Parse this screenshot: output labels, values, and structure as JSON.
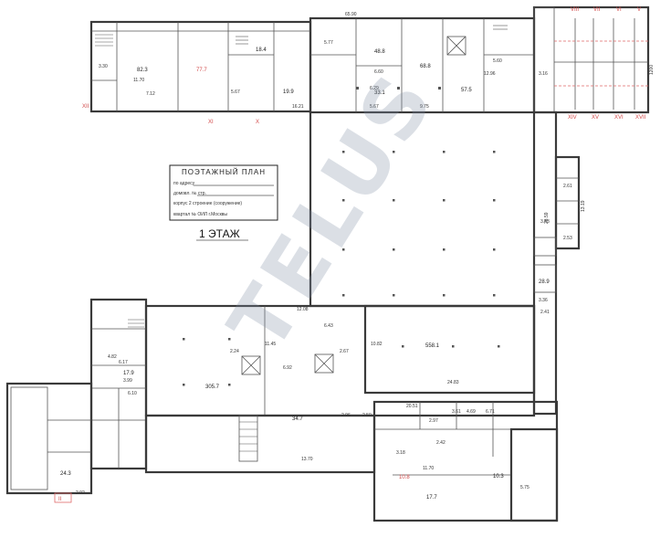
{
  "stamp": {
    "title": "ПОЭТАЖНЫЙ ПЛАН",
    "line1": "по адресу",
    "line2": "домовл. № стр.",
    "line3": "корпус 2 строение (сооружение)",
    "line4": "квартал №  ОИЛ г.Москвы"
  },
  "floor_label": "1  ЭТАЖ",
  "watermark": "TELUS",
  "top_wing": {
    "overall_dim": "65.90",
    "dims": [
      "11.70",
      "7.12",
      "5.67",
      "16.21",
      "3.30",
      "5.77",
      "6.29",
      "5.67",
      "9.75",
      "12.96",
      "6.60",
      "5.60",
      "3.16"
    ],
    "rooms": [
      "82.3",
      "77.7",
      "18.4",
      "19.9",
      "48.8",
      "33.1",
      "68.8",
      "57.5"
    ]
  },
  "right_corridor": {
    "dims": [
      "1200",
      "13.19",
      "28.59",
      "3.43",
      "2.53",
      "2.61",
      "3.36",
      "2.41"
    ],
    "rooms": [
      "28.9"
    ]
  },
  "main_hall": {
    "dims": [
      "10.82",
      "6.43",
      "24.83",
      "2.67",
      "20.51",
      "6.92",
      "11.45",
      "12.08",
      "2.24"
    ],
    "rooms": [
      "558.1",
      "305.7",
      "34.7"
    ]
  },
  "left_block": {
    "dims": [
      "4.82",
      "6.17",
      "3.99",
      "2.92",
      "6.10"
    ],
    "rooms": [
      "17.9",
      "24.3"
    ]
  },
  "bottom_block": {
    "dims": [
      "11.70",
      "13.70",
      "2.96",
      "3.18",
      "2.42",
      "4.69",
      "2.50",
      "3.61",
      "2.97",
      "6.71",
      "5.75"
    ],
    "rooms": [
      "10.8",
      "17.7",
      "10.3"
    ]
  },
  "roman_marks": [
    "VIII",
    "VII",
    "VI",
    "V",
    "XIV",
    "XV",
    "XVI",
    "XVII",
    "X",
    "XII",
    "XI",
    "II"
  ]
}
